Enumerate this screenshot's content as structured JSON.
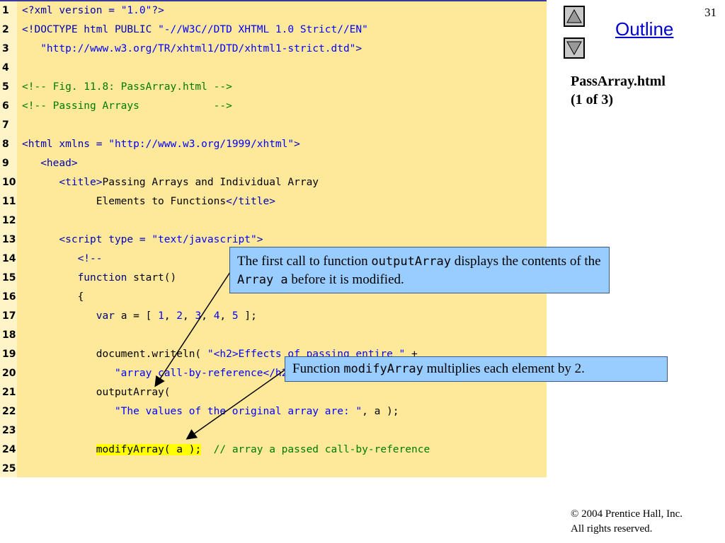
{
  "slide": {
    "page_number": "31",
    "outline_label": "Outline",
    "file_title_line1": "PassArray.html",
    "file_title_line2": "(1 of 3)",
    "nav": {
      "up_icon": "triangle-up-icon",
      "down_icon": "triangle-down-icon"
    },
    "copyright_line1": "© 2004 Prentice Hall, Inc.",
    "copyright_line2": "All rights reserved."
  },
  "code_lines": [
    {
      "n": "1",
      "segs": [
        [
          "tg",
          "<?xml version = "
        ],
        [
          "st",
          "\"1.0\""
        ],
        [
          "tg",
          "?>"
        ]
      ]
    },
    {
      "n": "2",
      "segs": [
        [
          "tg",
          "<!DOCTYPE html PUBLIC "
        ],
        [
          "st",
          "\"-//W3C//DTD XHTML 1.0 Strict//EN\""
        ]
      ]
    },
    {
      "n": "3",
      "segs": [
        [
          "st",
          "   \"http://www.w3.org/TR/xhtml1/DTD/xhtml1-strict.dtd\""
        ],
        [
          "tg",
          ">"
        ]
      ]
    },
    {
      "n": "4",
      "segs": []
    },
    {
      "n": "5",
      "segs": [
        [
          "cm",
          "<!-- Fig. 11.8: PassArray.html -->"
        ]
      ]
    },
    {
      "n": "6",
      "segs": [
        [
          "cm",
          "<!-- Passing Arrays            -->"
        ]
      ]
    },
    {
      "n": "7",
      "segs": []
    },
    {
      "n": "8",
      "segs": [
        [
          "tg",
          "<html xmlns = "
        ],
        [
          "st",
          "\"http://www.w3.org/1999/xhtml\""
        ],
        [
          "tg",
          ">"
        ]
      ]
    },
    {
      "n": "9",
      "segs": [
        [
          "tg",
          "   <head>"
        ]
      ]
    },
    {
      "n": "10",
      "segs": [
        [
          "tg",
          "      <title>"
        ],
        [
          "bk",
          "Passing Arrays and Individual Array"
        ]
      ]
    },
    {
      "n": "11",
      "segs": [
        [
          "bk",
          "            Elements to Functions"
        ],
        [
          "tg",
          "</title>"
        ]
      ]
    },
    {
      "n": "12",
      "segs": []
    },
    {
      "n": "13",
      "segs": [
        [
          "tg",
          "      <script type = "
        ],
        [
          "st",
          "\"text/javascript\""
        ],
        [
          "tg",
          ">"
        ]
      ]
    },
    {
      "n": "14",
      "segs": [
        [
          "tg",
          "         <!--"
        ]
      ]
    },
    {
      "n": "15",
      "segs": [
        [
          "kw",
          "         function "
        ],
        [
          "bk",
          "start()"
        ]
      ]
    },
    {
      "n": "16",
      "segs": [
        [
          "bk",
          "         {"
        ]
      ]
    },
    {
      "n": "17",
      "segs": [
        [
          "kw",
          "            var "
        ],
        [
          "bk",
          "a = [ "
        ],
        [
          "st",
          "1"
        ],
        [
          "bk",
          ", "
        ],
        [
          "st",
          "2"
        ],
        [
          "bk",
          ", "
        ],
        [
          "st",
          "3"
        ],
        [
          "bk",
          ", "
        ],
        [
          "st",
          "4"
        ],
        [
          "bk",
          ", "
        ],
        [
          "st",
          "5"
        ],
        [
          "bk",
          " ];"
        ]
      ]
    },
    {
      "n": "18",
      "segs": []
    },
    {
      "n": "19",
      "segs": [
        [
          "bk",
          "            document.writeln( "
        ],
        [
          "st",
          "\"<h2>Effects of passing entire \""
        ],
        [
          "bk",
          " +"
        ]
      ]
    },
    {
      "n": "20",
      "segs": [
        [
          "st",
          "               \"array call-by-reference</h2>\""
        ],
        [
          "bk",
          " );"
        ]
      ]
    },
    {
      "n": "21",
      "segs": [
        [
          "bk",
          "            outputArray("
        ]
      ]
    },
    {
      "n": "22",
      "segs": [
        [
          "st",
          "               \"The values of the original array are: \""
        ],
        [
          "bk",
          ", a );"
        ]
      ]
    },
    {
      "n": "23",
      "segs": []
    },
    {
      "n": "24",
      "segs": [
        [
          "bk",
          "            "
        ],
        [
          "hl",
          "modifyArray( a );"
        ],
        [
          "cm",
          "  // array a passed call-by-reference"
        ]
      ]
    },
    {
      "n": "25",
      "segs": []
    }
  ],
  "callouts": [
    {
      "parts": [
        [
          "t",
          "The first call to function "
        ],
        [
          "m",
          "outputArray"
        ],
        [
          "t",
          " displays the contents of the "
        ],
        [
          "m",
          "Array"
        ],
        [
          "m",
          " a"
        ],
        [
          "t",
          " before it is modified."
        ]
      ]
    },
    {
      "parts": [
        [
          "t",
          "Function "
        ],
        [
          "m",
          "modifyArray"
        ],
        [
          "t",
          " multiplies each element by 2."
        ]
      ]
    }
  ]
}
